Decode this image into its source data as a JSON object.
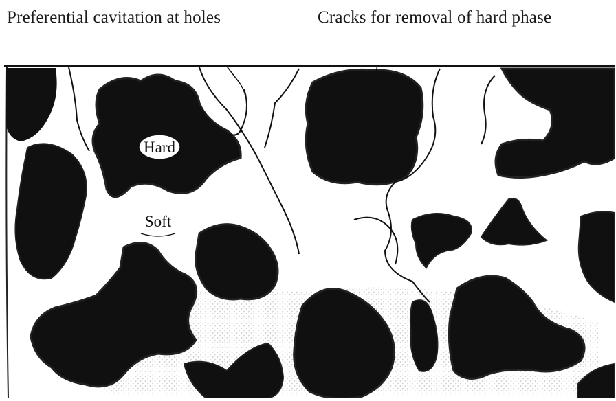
{
  "labels": {
    "cavitation": "Preferential cavitation at holes",
    "cracks": "Cracks for removal of hard phase",
    "hard": "Hard",
    "soft": "Soft"
  },
  "colors": {
    "hard_phase": "#101010",
    "soft_phase": "#ffffff",
    "outline": "#111111",
    "damage_speckle": "#9a9a9a"
  }
}
